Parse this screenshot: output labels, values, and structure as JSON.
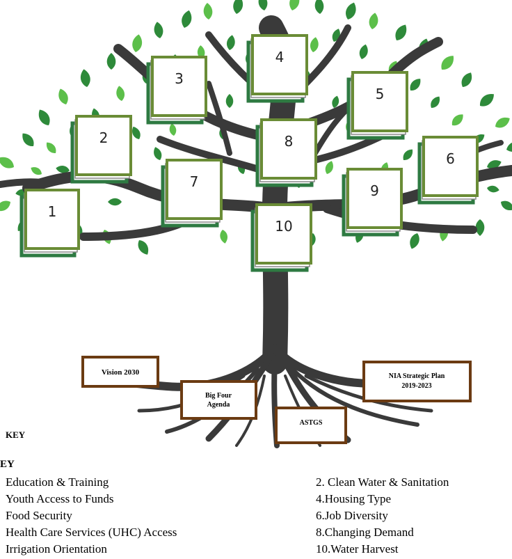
{
  "frames": [
    {
      "id": "1",
      "label": "1"
    },
    {
      "id": "2",
      "label": "2"
    },
    {
      "id": "3",
      "label": "3"
    },
    {
      "id": "4",
      "label": "4"
    },
    {
      "id": "5",
      "label": "5"
    },
    {
      "id": "6",
      "label": "6"
    },
    {
      "id": "7",
      "label": "7"
    },
    {
      "id": "8",
      "label": "8"
    },
    {
      "id": "9",
      "label": "9"
    },
    {
      "id": "10",
      "label": "10"
    }
  ],
  "roots": {
    "vision": "Vision 2030",
    "bigfour_line1": "Big Four",
    "bigfour_line2": "Agenda",
    "astgs": "ASTGS",
    "nia_line1": "NIA Strategic Plan",
    "nia_line2": "2019-2023"
  },
  "key": {
    "heading_inner": "KEY",
    "heading": "EY",
    "left": [
      "Education & Training",
      "Youth Access to Funds",
      "Food Security",
      "Health Care Services (UHC) Access",
      "Irrigation Orientation"
    ],
    "right": [
      "2. Clean Water & Sanitation",
      "4.Housing Type",
      "6.Job Diversity",
      "8.Changing Demand",
      "10.Water Harvest"
    ]
  },
  "colors": {
    "trunk": "#3a3a3a",
    "leaf_dark": "#2e8a3a",
    "leaf_light": "#5cbf4a",
    "frame_border": "#6a8c36",
    "sign_border": "#6b3b12"
  }
}
